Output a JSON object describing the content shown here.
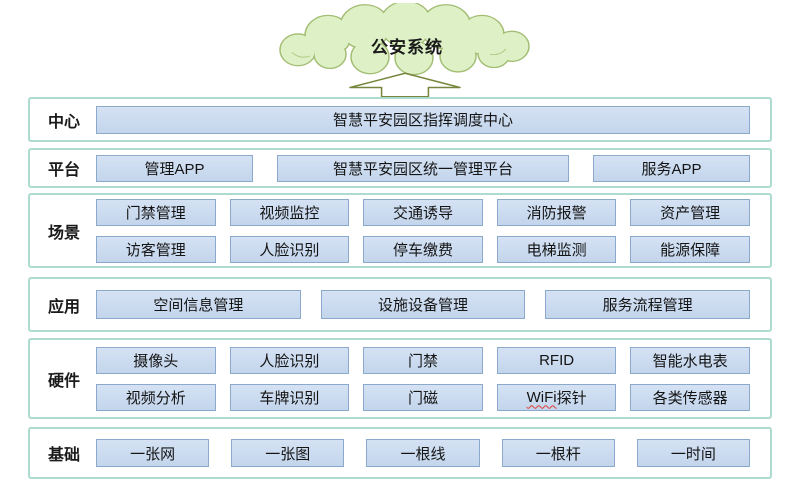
{
  "cloud": {
    "label": "公安系统"
  },
  "colors": {
    "cloud_fill": "#def1c6",
    "cloud_stroke": "#a3bd74",
    "arrow_stroke": "#76863c",
    "layer_border": "#aedbd0",
    "box_fill": "#cbdaef",
    "box_border": "#8aa9cb",
    "text": "#141414"
  },
  "layers": [
    {
      "label": "中心",
      "rows": [
        [
          "智慧平安园区指挥调度中心"
        ]
      ]
    },
    {
      "label": "平台",
      "rows": [
        [
          "管理APP",
          "智慧平安园区统一管理平台",
          "服务APP"
        ]
      ]
    },
    {
      "label": "场景",
      "rows": [
        [
          "门禁管理",
          "视频监控",
          "交通诱导",
          "消防报警",
          "资产管理"
        ],
        [
          "访客管理",
          "人脸识别",
          "停车缴费",
          "电梯监测",
          "能源保障"
        ]
      ]
    },
    {
      "label": "应用",
      "rows": [
        [
          "空间信息管理",
          "设施设备管理",
          "服务流程管理"
        ]
      ]
    },
    {
      "label": "硬件",
      "rows": [
        [
          "摄像头",
          "人脸识别",
          "门禁",
          "RFID",
          "智能水电表"
        ],
        [
          "视频分析",
          "车牌识别",
          "门磁",
          {
            "wavy": "WiFi",
            "rest": "探针"
          },
          "各类传感器"
        ]
      ]
    },
    {
      "label": "基础",
      "rows": [
        [
          "一张网",
          "一张图",
          "一根线",
          "一根杆",
          "一时间"
        ]
      ]
    }
  ]
}
